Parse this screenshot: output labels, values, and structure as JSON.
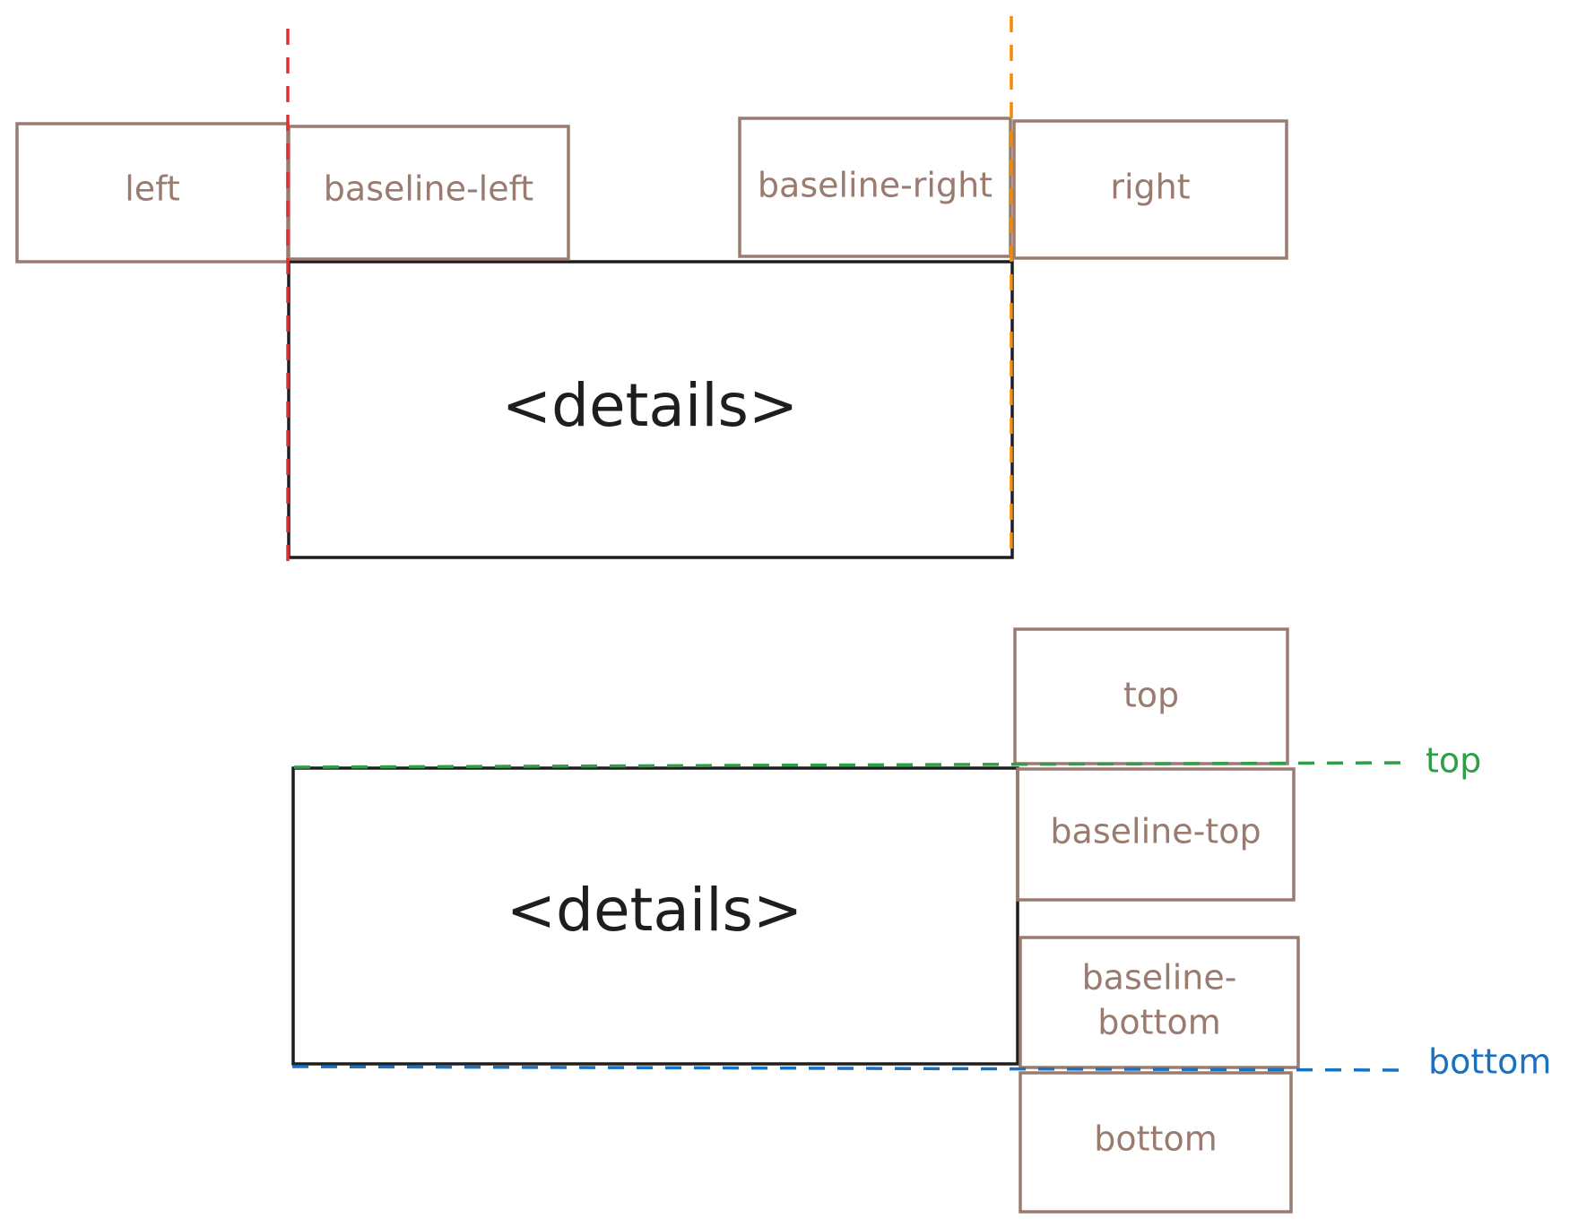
{
  "colors": {
    "box_stroke": "#9a7b70",
    "box_text": "#9a7b70",
    "details_stroke": "#1e1e1e",
    "left_guide": "#e03131",
    "right_guide": "#f08c00",
    "top_guide": "#2f9e44",
    "bottom_guide": "#1971c2"
  },
  "horizontal_diagram": {
    "details_label": "<details>",
    "boxes": {
      "left": "left",
      "baseline_left": "baseline-left",
      "baseline_right": "baseline-right",
      "right": "right"
    }
  },
  "vertical_diagram": {
    "details_label": "<details>",
    "boxes": {
      "top": "top",
      "baseline_top": "baseline-top",
      "baseline_bottom_line1": "baseline-",
      "baseline_bottom_line2": "bottom",
      "bottom": "bottom"
    },
    "guide_labels": {
      "top": "top",
      "bottom": "bottom"
    }
  }
}
